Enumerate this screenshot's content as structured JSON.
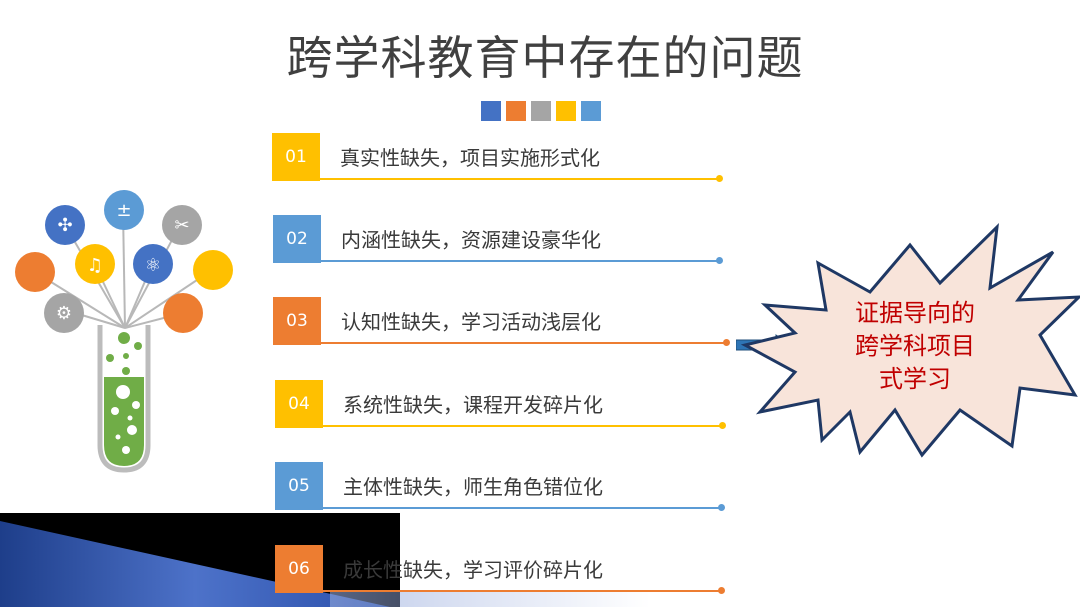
{
  "title": "跨学科教育中存在的问题",
  "colors": {
    "blue": "#4472C4",
    "orange": "#ED7D31",
    "gray": "#A5A5A5",
    "yellow": "#FFC000",
    "lightblue": "#5B9BD5",
    "green": "#70AD47",
    "callout_text": "#C00000",
    "callout_fill": "#F8E4DA"
  },
  "items": [
    {
      "num": "01",
      "text": "真实性缺失，项目实施形式化",
      "color": "#FFC000"
    },
    {
      "num": "02",
      "text": "内涵性缺失，资源建设豪华化",
      "color": "#5B9BD5"
    },
    {
      "num": "03",
      "text": "认知性缺失，学习活动浅层化",
      "color": "#ED7D31"
    },
    {
      "num": "04",
      "text": "系统性缺失，课程开发碎片化",
      "color": "#FFC000"
    },
    {
      "num": "05",
      "text": "主体性缺失，师生角色错位化",
      "color": "#5B9BD5"
    },
    {
      "num": "06",
      "text": "成长性缺失，学习评价碎片化",
      "color": "#ED7D31"
    }
  ],
  "callout": {
    "lines": [
      "证据导向的",
      "跨学科项目",
      "式学习"
    ]
  },
  "illustration_icons": [
    "network-icon",
    "calculator-icon",
    "tools-icon",
    "mouse-icon",
    "music-icon",
    "atom-icon",
    "palette-icon",
    "gears-icon",
    "laptop-icon",
    "test-tube-icon"
  ]
}
